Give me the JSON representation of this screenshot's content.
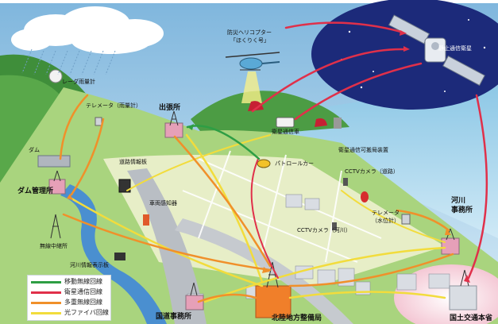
{
  "labels": {
    "helicopter": "防災ヘリコプター",
    "helicopter_name": "「ほくりく号」",
    "satellite": "静止通信衛星",
    "rain_radar": "レーダ雨量計",
    "telemeter_rain": "テレメータ（雨量計）",
    "branch_office": "出張所",
    "sat_car": "衛星通信車",
    "sat_portable": "衛星通信可搬局装置",
    "dam": "ダム",
    "dam_office": "ダム管理所",
    "road_info_board": "道路情報板",
    "patrol_car": "パトロールカー",
    "cctv_road": "CCTVカメラ（道路）",
    "vehicle_sensor": "車両感知器",
    "telemeter_water": "テレメータ",
    "telemeter_water_sub": "（水位計）",
    "river_office_1": "河川",
    "river_office_2": "事務所",
    "cctv_river": "CCTVカメラ（河川）",
    "relay_station": "無線中継所",
    "river_info_board": "河川情報表示板",
    "road_office": "国道事務所",
    "regional_bureau": "北陸地方整備局",
    "mlit_hq": "国土交通本省"
  },
  "legend": [
    {
      "label": "移動無線回線",
      "color": "#2e9e44"
    },
    {
      "label": "衛星通信回線",
      "color": "#e0304a"
    },
    {
      "label": "多重無線回線",
      "color": "#f0902a"
    },
    {
      "label": "光ファイバ回線",
      "color": "#f2dc3c"
    }
  ]
}
